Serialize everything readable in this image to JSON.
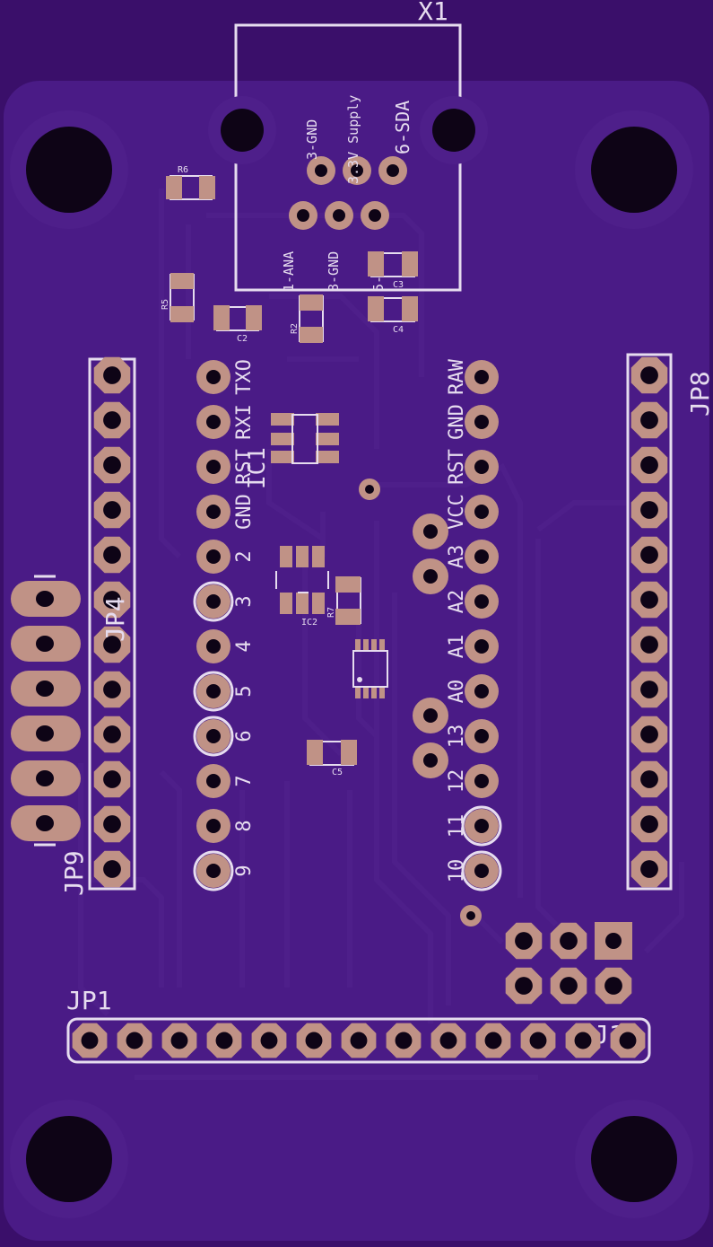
{
  "board": {
    "colors": {
      "substrate": "#3a0f6a",
      "pour": "#4a1b86",
      "trace": "#4e1f8a",
      "silkscreen": "#e6dcef",
      "pad": "#c09286",
      "drill": "#0e0416"
    }
  },
  "components": {
    "X1": "X1",
    "IC1": "IC1",
    "IC2": "IC2",
    "JP1": "JP1",
    "JP4": "JP4",
    "JP8": "JP8",
    "JP9": "JP9",
    "J1": "J1",
    "R2": "R2",
    "R5": "R5",
    "R6": "R6",
    "R7": "R7",
    "C2": "C2",
    "C3": "C3",
    "C4": "C4",
    "C5": "C5"
  },
  "x1_pins": {
    "p3_gnd": "3-GND",
    "supply": "3.3V Supply",
    "p6_sda": "6-SDA",
    "p1_ana": "1-ANA",
    "p8_gnd": "8-GND",
    "p5_scl": "5-SCL"
  },
  "left_header": [
    "TXO",
    "RXI",
    "RST",
    "GND",
    "2",
    "3",
    "4",
    "5",
    "6",
    "7",
    "8",
    "9"
  ],
  "right_header": [
    "RAW",
    "GND",
    "RST",
    "VCC",
    "A3",
    "A2",
    "A1",
    "A0",
    "13",
    "12",
    "11",
    "10"
  ]
}
